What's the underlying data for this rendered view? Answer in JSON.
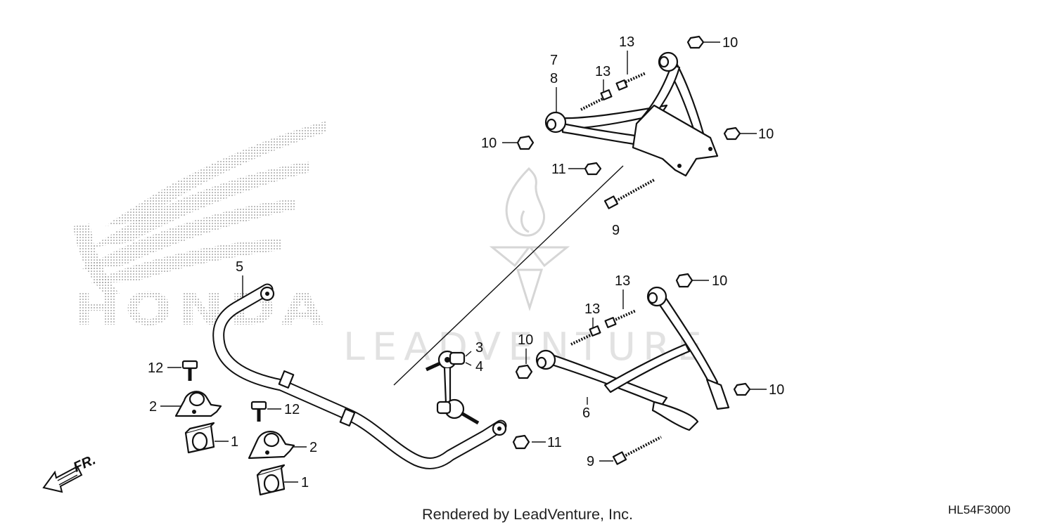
{
  "brand": {
    "logo_text": "HONDA",
    "logo_color": "#9a9a9a"
  },
  "watermark": {
    "text": "LEADVENTURE",
    "color": "#dcdcdc"
  },
  "callouts": {
    "c1a": "1",
    "c1b": "1",
    "c2a": "2",
    "c2b": "2",
    "c3": "3",
    "c4": "4",
    "c5": "5",
    "c6": "6",
    "c7": "7",
    "c8": "8",
    "c9a": "9",
    "c9b": "9",
    "c10a": "10",
    "c10b": "10",
    "c10c": "10",
    "c10d": "10",
    "c10e": "10",
    "c10f": "10",
    "c11a": "11",
    "c11b": "11",
    "c12a": "12",
    "c12b": "12",
    "c13a": "13",
    "c13b": "13",
    "c13c": "13",
    "c13d": "13"
  },
  "direction": {
    "label": "FR."
  },
  "footer": {
    "rendered_by": "Rendered by LeadVenture, Inc.",
    "diagram_code": "HL54F3000"
  }
}
